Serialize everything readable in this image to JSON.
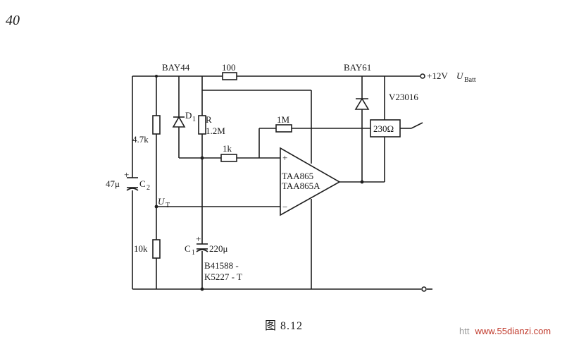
{
  "page_number": "40",
  "caption": "图 8.12",
  "watermark": {
    "prefix": "htt",
    "site": "www.55dianzi.com"
  },
  "labels": {
    "bay44": "BAY44",
    "r100": "100",
    "bay61": "BAY61",
    "supply_v": "+12V",
    "supply_u": "U",
    "supply_sub": "Batt",
    "relay_model": "V23016",
    "d1": "D",
    "d1_sub": "1",
    "r_name": "R",
    "r_value": "1.2M",
    "r1m": "1M",
    "relay_coil": "230Ω",
    "r47k": "4.7k",
    "r1k": "1k",
    "c2_value": "47μ",
    "c2_name": "C",
    "c2_sub": "2",
    "plus": "+",
    "minus": "−",
    "ic_line1": "TAA865",
    "ic_line2": "TAA865A",
    "ut": "U",
    "ut_sub": "T",
    "r10k": "10k",
    "c1_name": "C",
    "c1_sub": "1",
    "c1_value": "220μ",
    "part_line1": "B41588 -",
    "part_line2": "K5227 - T"
  }
}
